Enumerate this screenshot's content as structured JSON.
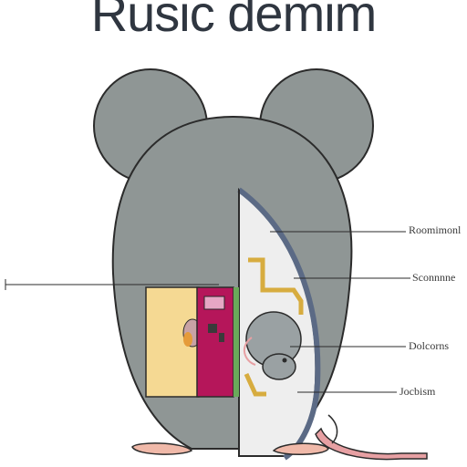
{
  "title": "Rusic demim",
  "labels": {
    "top": "Roomimonl",
    "upper": "Sconnnne",
    "middle": "Dolcorns",
    "lower": "Jocbism"
  },
  "colors": {
    "body": "#8f9695",
    "outline": "#2b2b2b",
    "cutaway": "#eeeeee",
    "rim": "#5b6a85",
    "panel_yellow": "#f5d993",
    "panel_magenta": "#b5165a",
    "tail": "#e7a0a3",
    "feet": "#f0b9a9",
    "inner_mouse": "#9aa1a3"
  }
}
